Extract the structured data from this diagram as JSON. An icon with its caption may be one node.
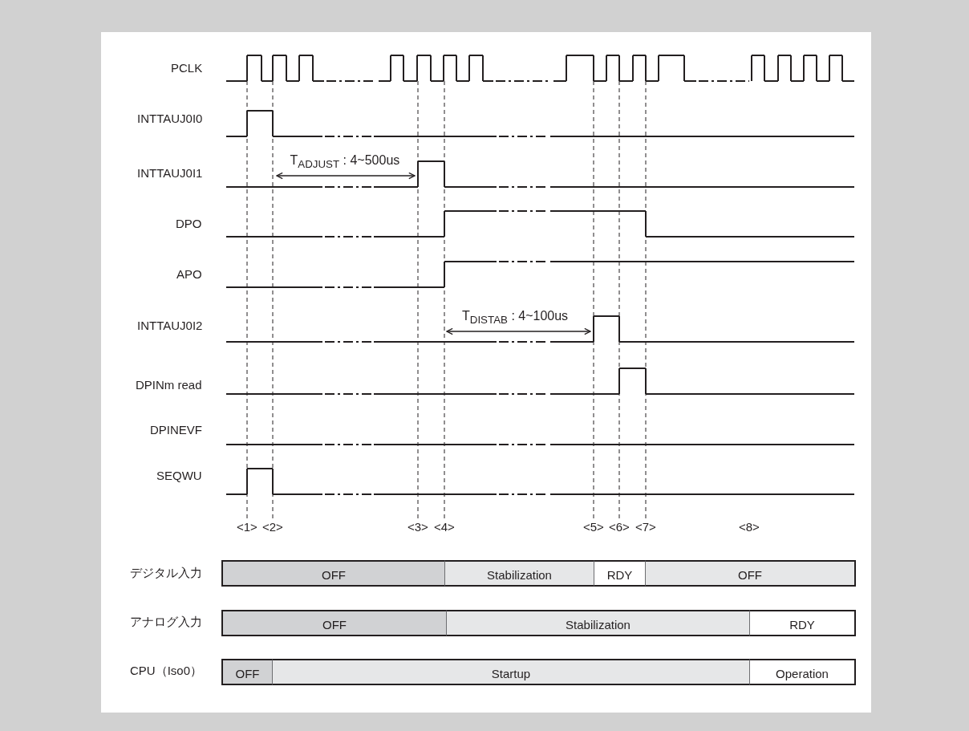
{
  "diagram": {
    "nodes": [
      {
        "text": [
          "OFF"
        ]
      },
      {
        "text": [
          "Stabilization"
        ]
      },
      {
        "text": [
          "RDY"
        ]
      },
      {
        "text": [
          "OFF"
        ]
      },
      {
        "text": [
          "OFF"
        ]
      },
      {
        "text": [
          "Stabilization"
        ]
      },
      {
        "text": [
          "RDY"
        ]
      },
      {
        "text": [
          "OFF"
        ]
      },
      {
        "text": [
          "Startup"
        ]
      },
      {
        "text": [
          "Operation"
        ]
      }
    ],
    "labels": [
      "PCLK",
      "INTTAUJ0I0",
      "T$_{ADJUST}$ : 4~500us",
      "INTTAUJ0I1",
      "DPO",
      "APO",
      "T$_{DISTAB}$ : 4~100us",
      "INTTAUJ0I2",
      "DPINm read",
      "DPINEVF",
      "SEQWU",
      "<1>",
      "<2>",
      "<3>",
      "<4>",
      "<5>",
      "<6>",
      "<7>",
      "<8>",
      "デジタル入力",
      "アナログ入力",
      "CPU（Iso0）"
    ]
  }
}
